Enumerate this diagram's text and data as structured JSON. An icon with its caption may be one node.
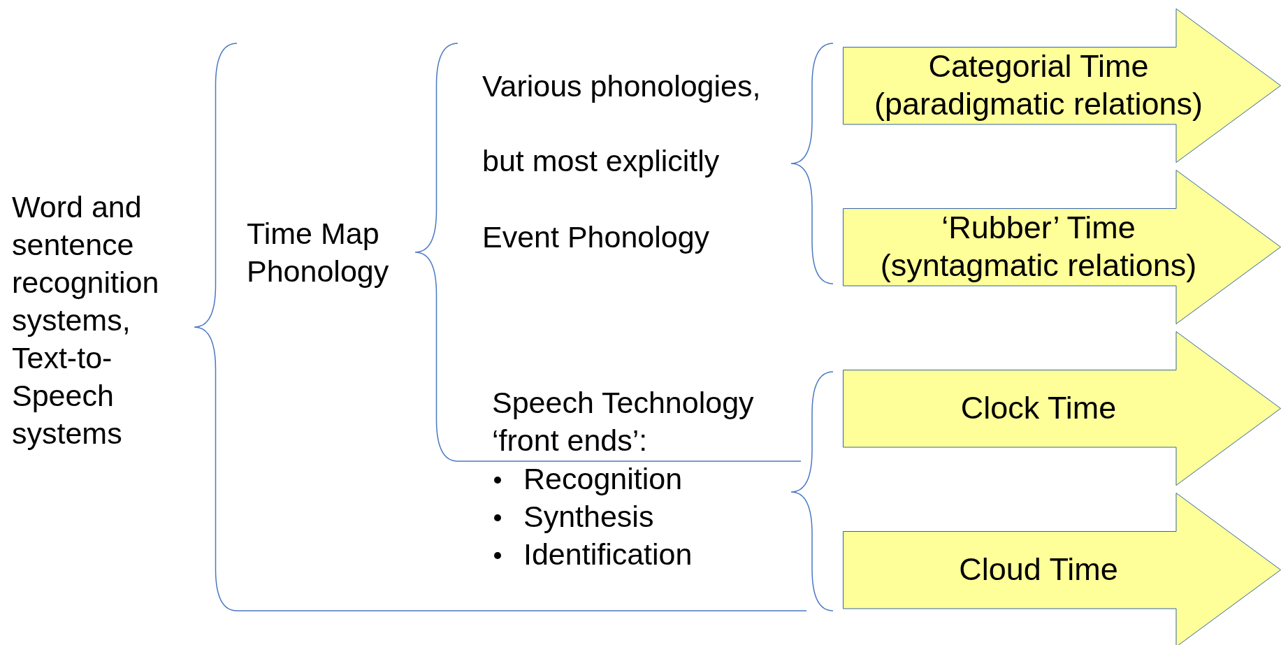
{
  "diagram": {
    "nodes": [
      {
        "text": [
          "Categorial Time",
          "(paradigmatic relations)"
        ]
      },
      {
        "text": [
          "‘Rubber’ Time",
          "(syntagmatic relations)"
        ]
      },
      {
        "text": [
          "Clock Time"
        ]
      },
      {
        "text": [
          "Cloud Time"
        ]
      }
    ],
    "labels": [
      "Word and sentence recognition systems, Text-to-Speech systems",
      "Time Map Phonology",
      "Various phonologies,",
      "but most explicitly",
      "Event Phonology",
      "Speech Technology ‘front ends’:",
      "Recognition",
      "Synthesis",
      "Identification"
    ]
  }
}
